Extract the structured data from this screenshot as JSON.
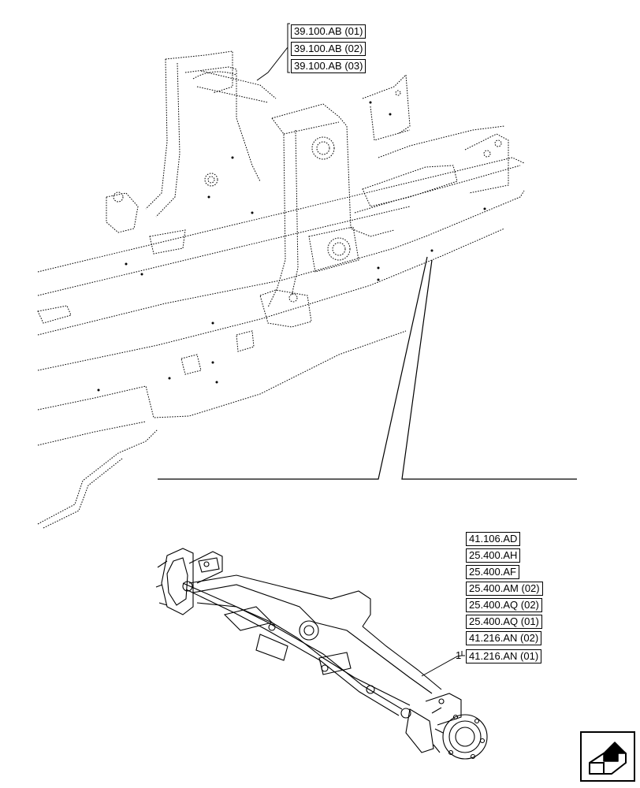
{
  "frame_refs": [
    "39.100.AB (01)",
    "39.100.AB (02)",
    "39.100.AB (03)"
  ],
  "axle_refs": [
    "41.106.AD",
    "25.400.AH",
    "25.400.AF",
    "25.400.AM (02)",
    "25.400.AQ (02)",
    "25.400.AQ (01)",
    "41.216.AN (02)",
    "41.216.AN (01)"
  ],
  "callout_number": "1",
  "nav_icon": "next-page-arrow-icon"
}
